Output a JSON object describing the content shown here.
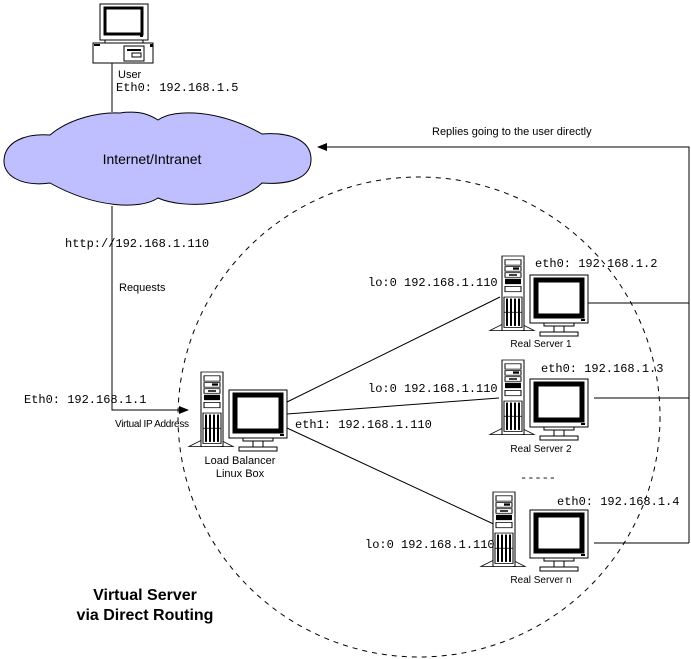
{
  "title": "Virtual Server via Direct Routing",
  "diagram": {
    "title_lines": [
      "Virtual Server",
      "via Direct Routing"
    ],
    "colors": {
      "cloud_fill": "#bfbfff",
      "line": "#000000",
      "background": "#ffffff"
    },
    "user": {
      "label": "User",
      "ip_label": "Eth0: 192.168.1.5",
      "icon": "desktop-computer-icon"
    },
    "cloud": {
      "label": "Internet/Intranet",
      "icon": "cloud-icon"
    },
    "request": {
      "url_label": "http://192.168.1.110",
      "requests_label": "Requests",
      "gateway_ip_label": "Eth0: 192.168.1.1",
      "vip_label": "Virtual IP Address"
    },
    "replies_label": "Replies going to the user directly",
    "load_balancer": {
      "label_lines": [
        "Load Balancer",
        "Linux Box"
      ],
      "eth1_label": "eth1: 192.168.1.110",
      "icon": "server-workstation-icon"
    },
    "real_servers": [
      {
        "name": "Real Server 1",
        "eth0_label": "eth0: 192.168.1.2",
        "lo_label": "lo:0 192.168.1.110"
      },
      {
        "name": "Real Server 2",
        "eth0_label": "eth0: 192.168.1.3",
        "lo_label": "lo:0 192.168.1.110"
      },
      {
        "name": "Real Server n",
        "eth0_label": "eth0: 192.168.1.4",
        "lo_label": "lo:0 192.168.1.110"
      }
    ],
    "ellipsis": "-----"
  }
}
